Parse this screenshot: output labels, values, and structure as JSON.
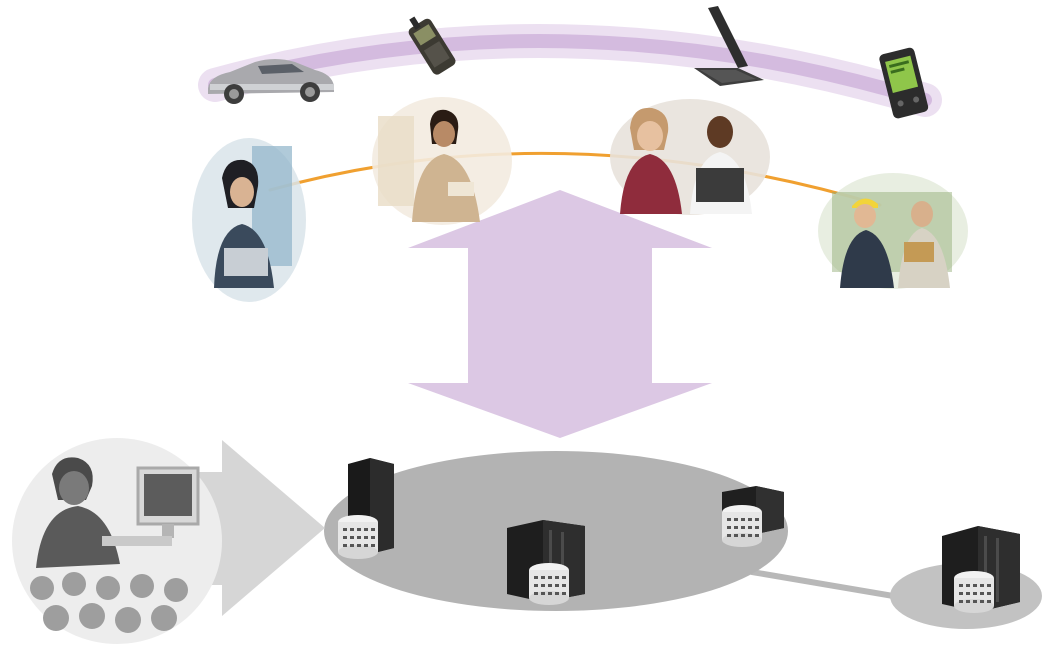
{
  "diagram": {
    "devices": [
      {
        "icon": "car-icon"
      },
      {
        "icon": "mobile-phone-icon"
      },
      {
        "icon": "laptop-icon"
      },
      {
        "icon": "pda-icon"
      }
    ],
    "people": [
      {
        "icon": "woman-at-laptop-photo"
      },
      {
        "icon": "woman-on-phone-photo"
      },
      {
        "icon": "meeting-group-photo"
      },
      {
        "icon": "field-workers-photo"
      }
    ],
    "source": {
      "icon": "user-at-computer-crowd-photo"
    },
    "servers": [
      {
        "icon": "tower-server-icon"
      },
      {
        "icon": "mainframe-server-icon"
      },
      {
        "icon": "small-server-icon"
      },
      {
        "icon": "remote-mainframe-server-icon"
      }
    ],
    "colors": {
      "device_arc": "#b98fc9",
      "people_arc": "#f0a030",
      "double_arrow": "#dcc8e4",
      "input_arrow": "#d4d4d4",
      "main_cluster": "#b3b3b3",
      "remote_cluster": "#c2c2c2",
      "link": "#b8b8b8"
    }
  }
}
